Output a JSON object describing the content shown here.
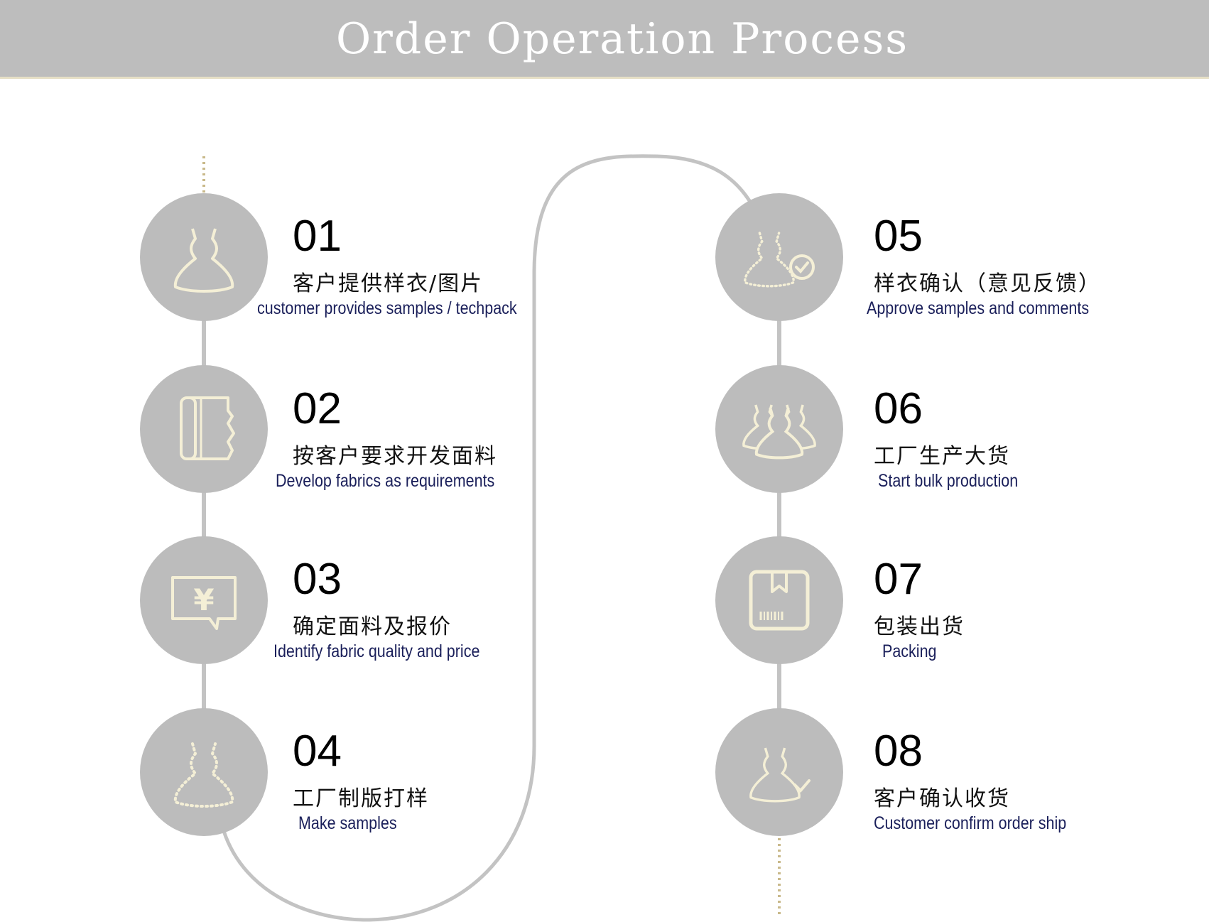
{
  "header": {
    "title": "Order Operation Process"
  },
  "colors": {
    "header_bg": "#bdbdbd",
    "circle_fill": "#bcbcbc",
    "connector": "#c3c3c3",
    "icon_stroke": "#f4efd6",
    "english_text": "#1a1f5a"
  },
  "steps": [
    {
      "number": "01",
      "cn": "客户提供样衣/图片",
      "en": "customer provides samples / techpack",
      "icon": "dress-icon"
    },
    {
      "number": "02",
      "cn": "按客户要求开发面料",
      "en": "Develop fabrics as requirements",
      "icon": "fabric-roll-icon"
    },
    {
      "number": "03",
      "cn": "确定面料及报价",
      "en": "Identify fabric quality and price",
      "icon": "yen-price-icon"
    },
    {
      "number": "04",
      "cn": "工厂制版打样",
      "en": "Make samples",
      "icon": "dotted-dress-icon"
    },
    {
      "number": "05",
      "cn": "样衣确认（意见反馈）",
      "en": "Approve samples and comments",
      "icon": "dress-check-icon"
    },
    {
      "number": "06",
      "cn": "工厂生产大货",
      "en": "Start bulk production",
      "icon": "dresses-group-icon"
    },
    {
      "number": "07",
      "cn": "包装出货",
      "en": "Packing",
      "icon": "package-box-icon"
    },
    {
      "number": "08",
      "cn": "客户确认收货",
      "en": "Customer confirm order ship",
      "icon": "dress-received-icon"
    }
  ]
}
